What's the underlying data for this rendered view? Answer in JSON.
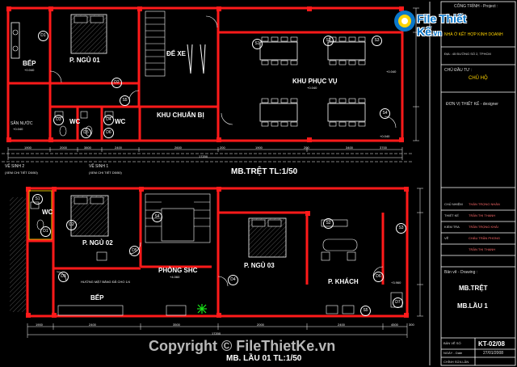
{
  "watermark": {
    "brand": "File Thiết Kế",
    "brand_suffix": ".vn",
    "copyright": "Copyright © FileThietKe.vn"
  },
  "plans": {
    "ground": {
      "title": "MB.TRỆT TL:1/50",
      "rooms": {
        "bep": "BẾP",
        "bep_lvl": "+0.040",
        "ngu01": "P. NGỦ 01",
        "dexe": "ĐỂ XE",
        "phucvu": "KHU PHỤC VỤ",
        "phucvu_lvl": "+0.040",
        "chuanbi": "KHU CHUẨN BỊ",
        "wc1": "WC",
        "wc2": "WC",
        "sannuoc": "SÂN NƯỚC",
        "sannuoc_lvl": "+0.040",
        "vs2": "VỆ SINH 2",
        "vs2_note": "(XEM CHI TIẾT D5/50)",
        "vs1": "VỆ SINH 1",
        "vs1_note": "(XEM CHI TIẾT D5/50)",
        "lvl_top": "+0.040",
        "lvl_mid": "+0.040"
      },
      "dims": [
        "1900",
        "2000",
        "3800",
        "2400",
        "2600",
        "200",
        "1900",
        "200",
        "3400",
        "3700"
      ],
      "total": "17200"
    },
    "upper": {
      "title": "MB. LẦU 01 TL:1/50",
      "rooms": {
        "wc": "WC",
        "ngu02": "P. NGỦ 02",
        "shc": "PHÒNG SHC",
        "shc_lvl": "+4.060",
        "ngu03": "P. NGỦ 03",
        "khach": "P. KHÁCH",
        "khach_lvl": "+3.960",
        "bep": "BẾP",
        "shc_note": "HƯỚNG MẶT BẰNG ĐÃ CHO 1/4"
      },
      "dims": [
        "1900",
        "2400",
        "3500",
        "2000",
        "2400",
        "4500",
        "300"
      ],
      "total": "17200"
    }
  },
  "tags": {
    "ground": [
      "D1",
      "D2",
      "D3",
      "D4",
      "D5",
      "D6",
      "S1",
      "S2",
      "S3",
      "S4",
      "S5"
    ],
    "upper": [
      "D1",
      "D2",
      "D3",
      "D4",
      "D5",
      "D6",
      "D7",
      "S1",
      "S2",
      "S3",
      "S4",
      "S5"
    ]
  },
  "titleblock": {
    "project_label": "CÔNG TRÌNH - Project :",
    "project_name": "NHÀ Ở KẾT HỢP KINH DOANH",
    "address": "ĐỊA : 45 ĐƯỜNG SỐ 2, TPHCM",
    "owner_label": "CHỦ ĐẦU TƯ :",
    "owner": "CHỦ HỘ",
    "designer_label": "ĐƠN VỊ THIẾT KẾ - designer",
    "roles": [
      {
        "role": "CHỦ NHIỆM",
        "name": "THÂN TRỌNG NHÂN"
      },
      {
        "role": "THIẾT KẾ",
        "name": "TRẦN THỊ THANH"
      },
      {
        "role": "KIỂM TRA",
        "name": "TRẦN TRỌNG KHẢI"
      },
      {
        "role": "VẼ",
        "name": "CHÂU TRẦN PHONG"
      },
      {
        "role": "",
        "name": "TRẦN THỊ THANH"
      }
    ],
    "drawing_label": "Bản vẽ - Drawing :",
    "drawing_1": "MB.TRỆT",
    "drawing_2": "MB.LẦU 1",
    "sheet_label": "BẢN VẼ SỐ",
    "sheet_no": "KT-02/08",
    "date_label": "NGÀY - Date",
    "date": "27/01/2008",
    "revision_label": "CHỈNH SỬA LẦN"
  },
  "colors": {
    "wall": "#ff1a1a",
    "line": "#ffffff",
    "grid": "#00e5ff",
    "stair": "#ffffff",
    "accent": "#ffd400"
  }
}
